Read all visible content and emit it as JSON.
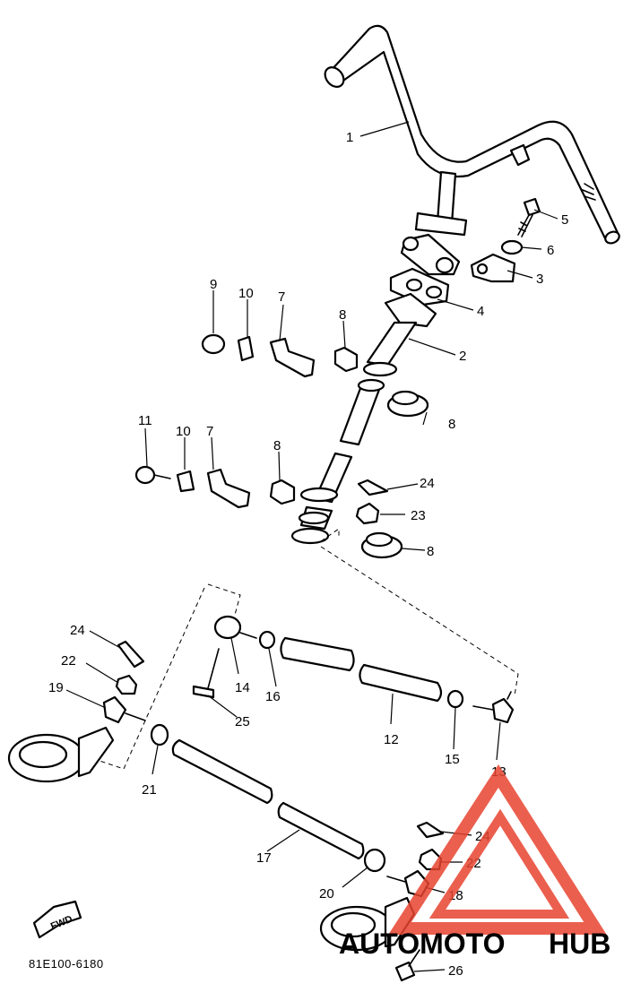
{
  "diagram": {
    "drawing_code": "81E100-6180",
    "direction_marker": "FWD",
    "watermark": {
      "part1": "AUTOMOTO",
      "part2": "HUB",
      "triangle_color": "#e8432f",
      "text_color": "#f2c9b6",
      "hub_color": "#9a9a9a"
    },
    "callouts": [
      {
        "id": "c1",
        "label": "1"
      },
      {
        "id": "c2",
        "label": "2"
      },
      {
        "id": "c3",
        "label": "3"
      },
      {
        "id": "c4",
        "label": "4"
      },
      {
        "id": "c5",
        "label": "5"
      },
      {
        "id": "c6",
        "label": "6"
      },
      {
        "id": "c7a",
        "label": "7"
      },
      {
        "id": "c7b",
        "label": "7"
      },
      {
        "id": "c8a",
        "label": "8"
      },
      {
        "id": "c8b",
        "label": "8"
      },
      {
        "id": "c8c",
        "label": "8"
      },
      {
        "id": "c8d",
        "label": "8"
      },
      {
        "id": "c9",
        "label": "9"
      },
      {
        "id": "c10a",
        "label": "10"
      },
      {
        "id": "c10b",
        "label": "10"
      },
      {
        "id": "c11",
        "label": "11"
      },
      {
        "id": "c12",
        "label": "12"
      },
      {
        "id": "c13",
        "label": "13"
      },
      {
        "id": "c14",
        "label": "14"
      },
      {
        "id": "c15",
        "label": "15"
      },
      {
        "id": "c16",
        "label": "16"
      },
      {
        "id": "c17",
        "label": "17"
      },
      {
        "id": "c18",
        "label": "18"
      },
      {
        "id": "c19",
        "label": "19"
      },
      {
        "id": "c20",
        "label": "20"
      },
      {
        "id": "c21",
        "label": "21"
      },
      {
        "id": "c22a",
        "label": "22"
      },
      {
        "id": "c22b",
        "label": "22"
      },
      {
        "id": "c23",
        "label": "23"
      },
      {
        "id": "c24a",
        "label": "24"
      },
      {
        "id": "c24b",
        "label": "24"
      },
      {
        "id": "c24c",
        "label": "24"
      },
      {
        "id": "c25",
        "label": "25"
      },
      {
        "id": "c26",
        "label": "26"
      }
    ]
  }
}
